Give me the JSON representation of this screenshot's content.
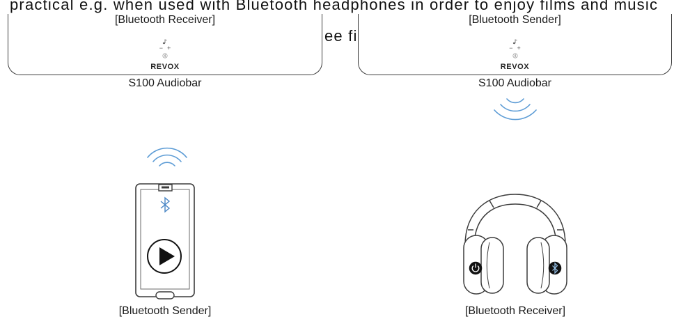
{
  "background_text": {
    "line1": "practical e.g. when used with Bluetooth headphones in order to enjoy films and music",
    "line2_fragment": "ee fi"
  },
  "left_panel": {
    "audiobar_role": "[Bluetooth Receiver]",
    "audiobar_name": "S100 Audiobar",
    "logo": "REVOX",
    "device_role": "[Bluetooth Sender]",
    "device_icon": "smartphone-icon",
    "signal_icon": "wireless-signal-up-icon"
  },
  "right_panel": {
    "audiobar_role": "[Bluetooth Sender]",
    "audiobar_name": "S100 Audiobar",
    "logo": "REVOX",
    "device_role": "[Bluetooth Receiver]",
    "device_icon": "headphones-icon",
    "signal_icon": "wireless-signal-down-icon"
  },
  "audiobar_controls": {
    "top_icon": "music-note-icon",
    "minus": "−",
    "plus": "+",
    "bottom_icon": "bluetooth-icon"
  },
  "colors": {
    "signal": "#5b9bd5",
    "bluetooth": "#4a86c5",
    "outline": "#3c3c3c",
    "text": "#1a1a1a"
  }
}
